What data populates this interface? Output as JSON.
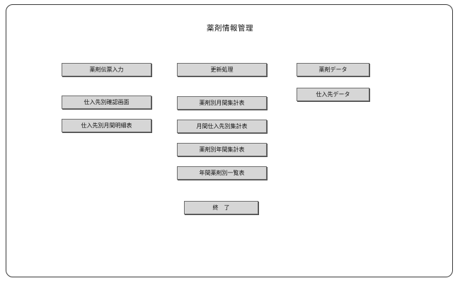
{
  "window": {
    "title": "薬剤情報管理"
  },
  "buttons": {
    "drug_slip_input": "薬剤伝票入力",
    "supplier_confirm_screen": "仕入先別確認画面",
    "supplier_monthly_detail": "仕入先別月間明細表",
    "update_process": "更新処理",
    "drug_monthly_summary": "薬剤別月間集計表",
    "monthly_supplier_summary": "月間仕入先別集計表",
    "drug_yearly_summary": "薬剤別年間集計表",
    "yearly_drug_list": "年間薬剤別一覧表",
    "drug_data": "薬剤データ",
    "supplier_data": "仕入先データ",
    "exit": "終了"
  }
}
